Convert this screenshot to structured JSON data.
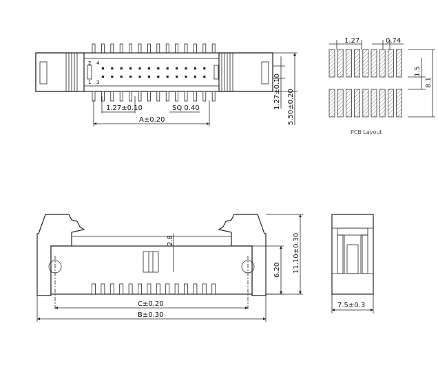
{
  "top_view": {
    "pin_labels": [
      "2",
      "4",
      "1",
      "3"
    ],
    "dims": {
      "pitch": "1.27±0.10",
      "pin_size": "SQ 0.40",
      "length": "A±0.20",
      "row_pitch": "1.27±0.10",
      "height": "5.50±0.20"
    }
  },
  "pcb_layout": {
    "caption": "PCB Layout",
    "dims": {
      "pitch": "1.27",
      "pad_width": "0.74",
      "pad_gap": "1.5",
      "span": "8.1"
    }
  },
  "front_view": {
    "dims": {
      "latch_gap": "2.8",
      "body_height": "6.20",
      "total_height": "11.10±0.30",
      "hole_spacing": "C±0.20",
      "overall_length": "B±0.30"
    }
  },
  "side_view": {
    "dims": {
      "width": "7.5±0.3"
    }
  }
}
